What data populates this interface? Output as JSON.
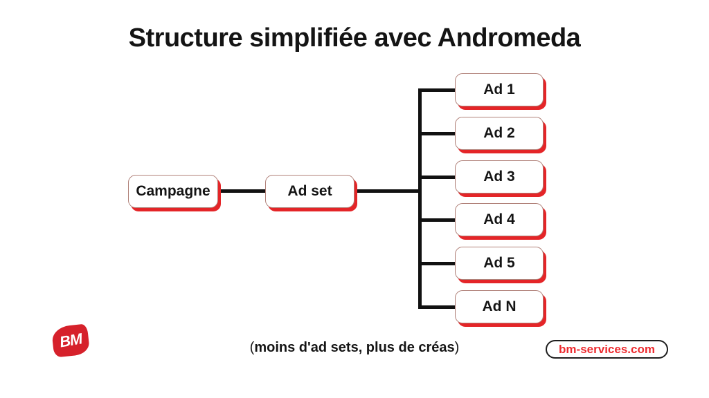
{
  "title": "Structure simplifiée avec Andromeda",
  "diagram": {
    "campaign": {
      "label": "Campagne"
    },
    "adset": {
      "label": "Ad set"
    },
    "ads": [
      {
        "label": "Ad 1"
      },
      {
        "label": "Ad 2"
      },
      {
        "label": "Ad 3"
      },
      {
        "label": "Ad 4"
      },
      {
        "label": "Ad 5"
      },
      {
        "label": "Ad N"
      }
    ]
  },
  "caption": {
    "open_paren": "(",
    "text": "moins d'ad sets, plus de créas",
    "close_paren": ")"
  },
  "footer": {
    "logo_text": "BM",
    "badge_label": "bm-services.com"
  },
  "colors": {
    "text_black": "#141414",
    "line_black": "#111111",
    "box_border": "#b08078",
    "shadow_red": "#e42528",
    "logo_red": "#d6212b",
    "badge_red": "#ed2b2f"
  }
}
